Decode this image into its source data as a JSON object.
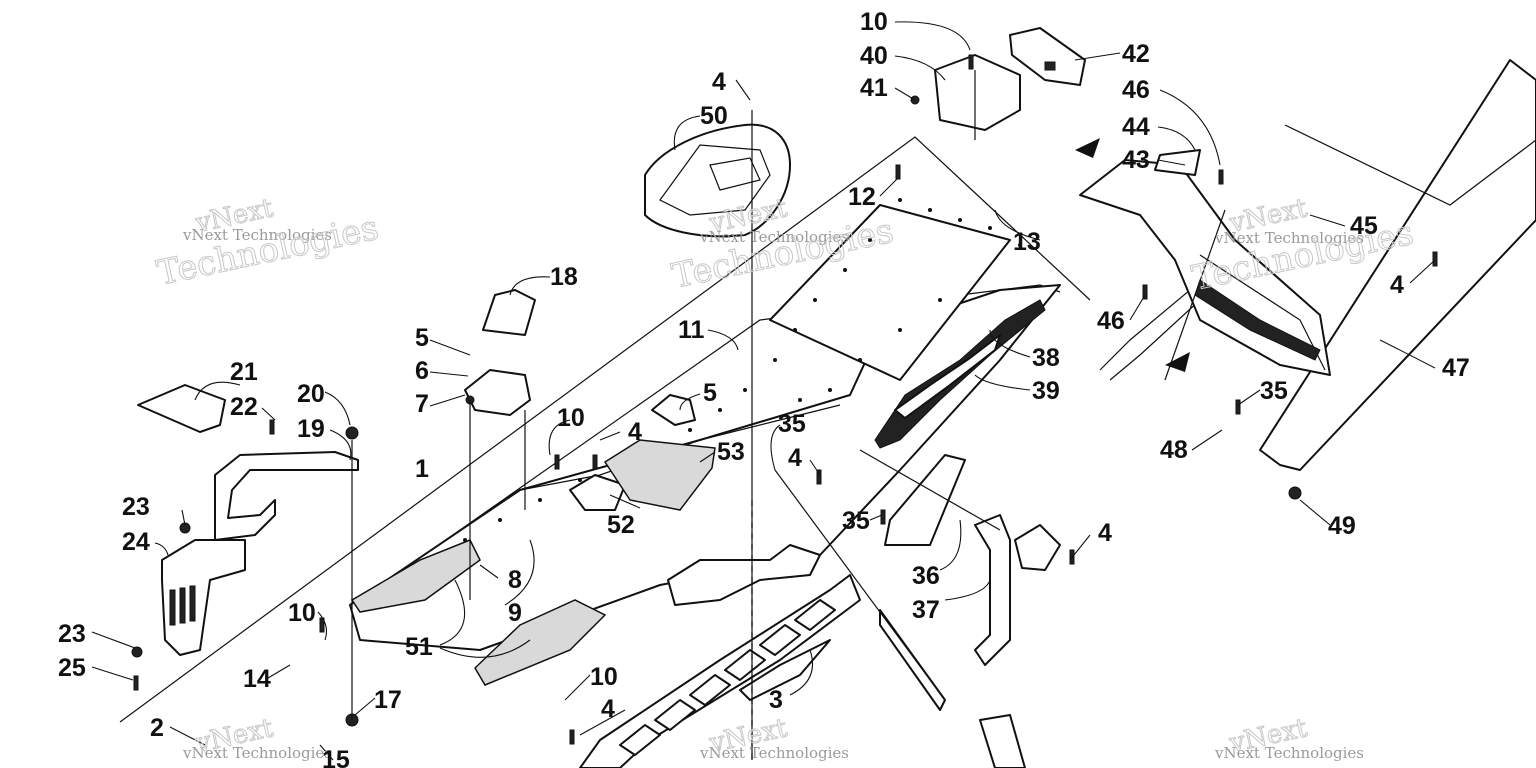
{
  "diagram": {
    "callouts": [
      {
        "id": "c10a",
        "label": "10"
      },
      {
        "id": "c40",
        "label": "40"
      },
      {
        "id": "c41",
        "label": "41"
      },
      {
        "id": "c42",
        "label": "42"
      },
      {
        "id": "c46a",
        "label": "46"
      },
      {
        "id": "c44",
        "label": "44"
      },
      {
        "id": "c43",
        "label": "43"
      },
      {
        "id": "c4a",
        "label": "4"
      },
      {
        "id": "c50",
        "label": "50"
      },
      {
        "id": "c12",
        "label": "12"
      },
      {
        "id": "c13",
        "label": "13"
      },
      {
        "id": "c45",
        "label": "45"
      },
      {
        "id": "c4b",
        "label": "4"
      },
      {
        "id": "c46b",
        "label": "46"
      },
      {
        "id": "c18",
        "label": "18"
      },
      {
        "id": "c11",
        "label": "11"
      },
      {
        "id": "c38",
        "label": "38"
      },
      {
        "id": "c47",
        "label": "47"
      },
      {
        "id": "c5a",
        "label": "5"
      },
      {
        "id": "c6",
        "label": "6"
      },
      {
        "id": "c39",
        "label": "39"
      },
      {
        "id": "c21",
        "label": "21"
      },
      {
        "id": "c7",
        "label": "7"
      },
      {
        "id": "c5b",
        "label": "5"
      },
      {
        "id": "c35a",
        "label": "35"
      },
      {
        "id": "c22",
        "label": "22"
      },
      {
        "id": "c20",
        "label": "20"
      },
      {
        "id": "c10b",
        "label": "10"
      },
      {
        "id": "c35b",
        "label": "35"
      },
      {
        "id": "c19",
        "label": "19"
      },
      {
        "id": "c4c",
        "label": "4"
      },
      {
        "id": "c53",
        "label": "53"
      },
      {
        "id": "c4d",
        "label": "4"
      },
      {
        "id": "c48",
        "label": "48"
      },
      {
        "id": "c1",
        "label": "1"
      },
      {
        "id": "c49",
        "label": "49"
      },
      {
        "id": "c23a",
        "label": "23"
      },
      {
        "id": "c52",
        "label": "52"
      },
      {
        "id": "c35c",
        "label": "35"
      },
      {
        "id": "c4e",
        "label": "4"
      },
      {
        "id": "c24",
        "label": "24"
      },
      {
        "id": "c36",
        "label": "36"
      },
      {
        "id": "c8",
        "label": "8"
      },
      {
        "id": "c37",
        "label": "37"
      },
      {
        "id": "c9",
        "label": "9"
      },
      {
        "id": "c10c",
        "label": "10"
      },
      {
        "id": "c23b",
        "label": "23"
      },
      {
        "id": "c51",
        "label": "51"
      },
      {
        "id": "c25",
        "label": "25"
      },
      {
        "id": "c14",
        "label": "14"
      },
      {
        "id": "c10d",
        "label": "10"
      },
      {
        "id": "c3",
        "label": "3"
      },
      {
        "id": "c17",
        "label": "17"
      },
      {
        "id": "c4f",
        "label": "4"
      },
      {
        "id": "c2",
        "label": "2"
      },
      {
        "id": "c15",
        "label": "15"
      }
    ],
    "watermark": {
      "text": "vNext Technologies",
      "big_word_1": "vNext",
      "big_word_2": "Technologies"
    }
  }
}
